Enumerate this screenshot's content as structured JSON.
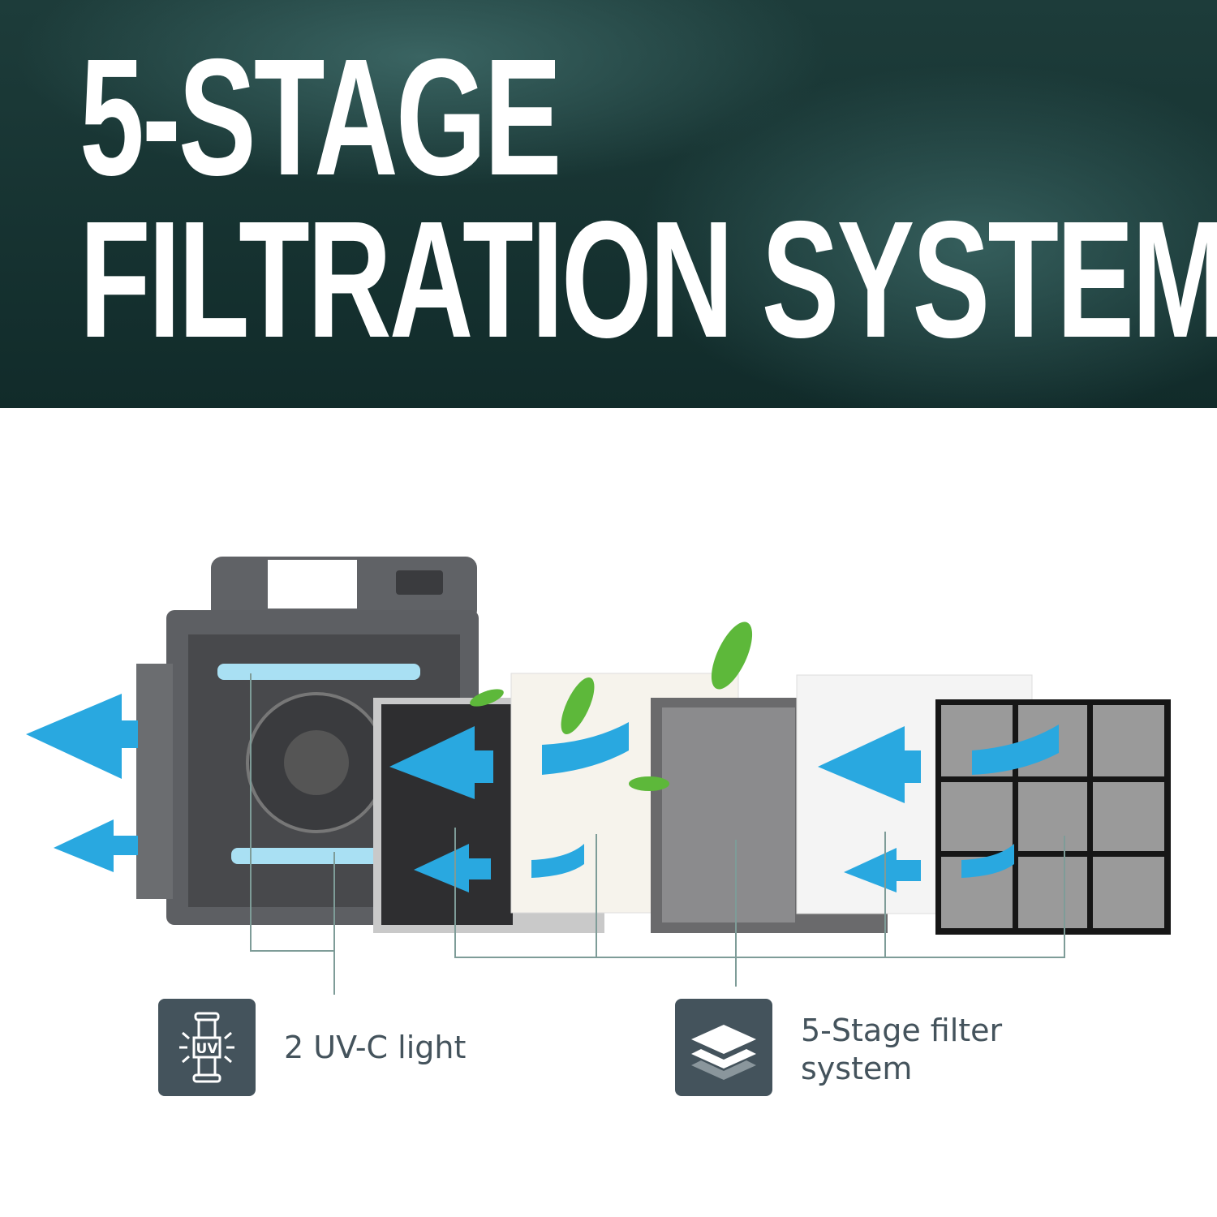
{
  "header": {
    "line1": "5-STAGE",
    "line2": "FILTRATION SYSTEM"
  },
  "callouts": [
    {
      "icon": "uv-lamp-icon",
      "label": "2 UV-C light"
    },
    {
      "icon": "layers-icon",
      "line1": "5-Stage filter",
      "line2": "system"
    }
  ],
  "colors": {
    "header_bg": "#163433",
    "icon_bg": "#44535c",
    "arrow": "#29a8e0",
    "text": "#44535c"
  }
}
